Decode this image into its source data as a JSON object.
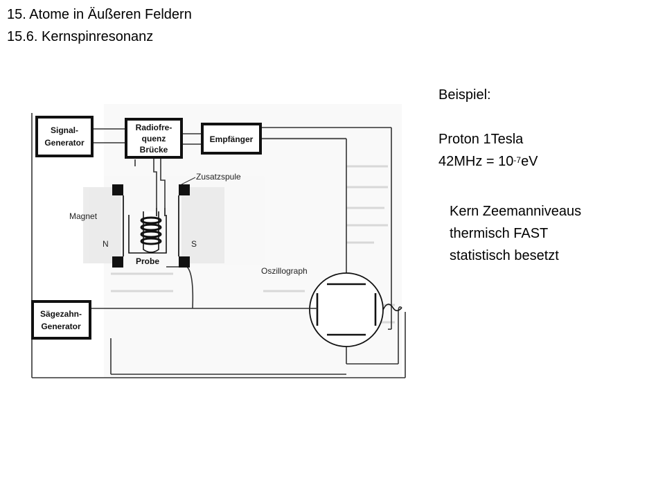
{
  "slide": {
    "title_line1": "15. Atome in Äußeren Feldern",
    "title_line2": "15.6. Kernspinresonanz"
  },
  "notes": {
    "example_heading": "Beispiel:",
    "proton_line": "Proton 1Tesla",
    "freq_base": "42MHz = 10",
    "freq_exp": "-7",
    "freq_unit": "eV",
    "zeeman_line1": "Kern Zeemanniveaus",
    "zeeman_line2": "thermisch FAST",
    "zeeman_line3": "statistisch besetzt"
  },
  "diagram": {
    "signal_gen_l1": "Signal-",
    "signal_gen_l2": "Generator",
    "bridge_l1": "Radiofre-",
    "bridge_l2": "quenz",
    "bridge_l3": "Brücke",
    "receiver": "Empfänger",
    "extra_coil": "Zusatzspule",
    "magnet": "Magnet",
    "pole_n": "N",
    "pole_s": "S",
    "sample": "Probe",
    "oscillograph": "Oszillograph",
    "sawtooth_l1": "Sägezahn-",
    "sawtooth_l2": "Generator"
  }
}
